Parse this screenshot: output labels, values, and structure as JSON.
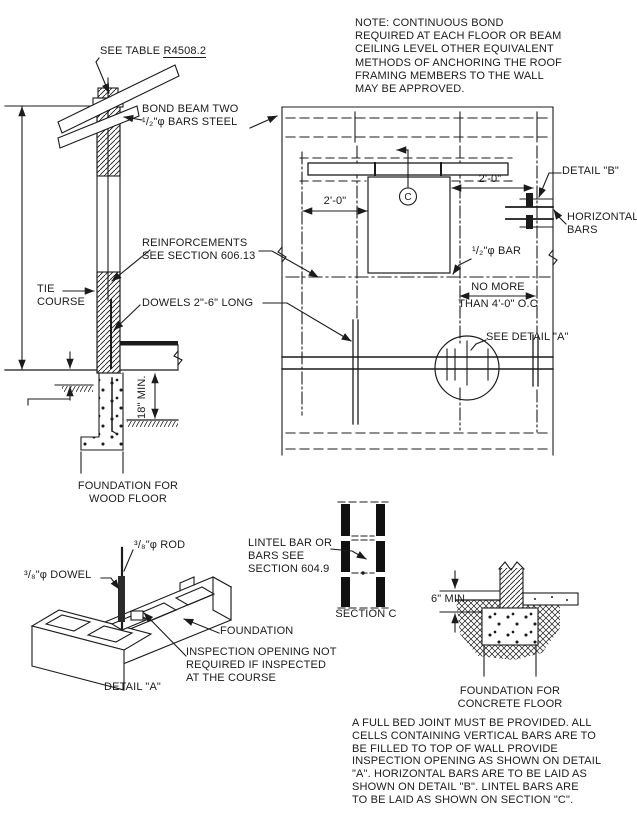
{
  "colors": {
    "ink": "#1b1b1b",
    "paper": "#ffffff"
  },
  "notes": {
    "top_note": "NOTE: CONTINUOUS BOND\nREQUIRED AT EACH FLOOR OR BEAM\nCEILING LEVEL OTHER EQUIVALENT\nMETHODS OF ANCHORING THE ROOF\nFRAMING MEMBERS TO THE WALL\nMAY BE APPROVED.",
    "bottom_note": "A FULL BED JOINT MUST BE PROVIDED. ALL\nCELLS CONTAINING VERTICAL BARS ARE TO\nBE FILLED TO TOP OF WALL PROVIDE\nINSPECTION OPENING AS SHOWN ON DETAIL\n\"A\". HORIZONTAL BARS ARE TO BE LAID AS\nSHOWN ON DETAIL \"B\". LINTEL BARS ARE\nTO BE LAID AS SHOWN ON SECTION \"C\"."
  },
  "labels": {
    "see_table_prefix": "SEE TABLE ",
    "see_table_code": "R4508.2",
    "bond_beam": "BOND BEAM TWO\n¹/₂\"φ BARS STEEL",
    "detail_b": "DETAIL \"B\"",
    "horizontal_bars": "HORIZONTAL\nBARS",
    "reinforcements": "REINFORCEMENTS\nSEE SECTION 606.13",
    "tie_course": "TIE\nCOURSE",
    "dowels": "DOWELS 2\"-6\" LONG",
    "half_bar": "¹/₂\"φ BAR",
    "no_more": "NO MORE",
    "than_oc": "THAN 4'-0\" O.C",
    "see_detail_a": "SEE DETAIL \"A\"",
    "min_18": "18\" MIN.",
    "rod": "³/₈\"φ ROD",
    "dowel_38": "³/₈\"φ DOWEL",
    "lintel": "LINTEL BAR OR\nBARS SEE\nSECTION 604.9",
    "foundation": "FOUNDATION",
    "inspection": "INSPECTION OPENING NOT\nREQUIRED IF INSPECTED\nAT THE COURSE",
    "min_6": "6\" MIN.",
    "section_marker": "C"
  },
  "captions": {
    "foundation_wood": "FOUNDATION FOR\nWOOD FLOOR",
    "section_c": "SECTION C",
    "detail_a": "DETAIL \"A\"",
    "foundation_concrete": "FOUNDATION FOR\nCONCRETE FLOOR"
  },
  "dimensions": {
    "opening_left": "2'-0\"",
    "opening_right": "2'-0\""
  }
}
